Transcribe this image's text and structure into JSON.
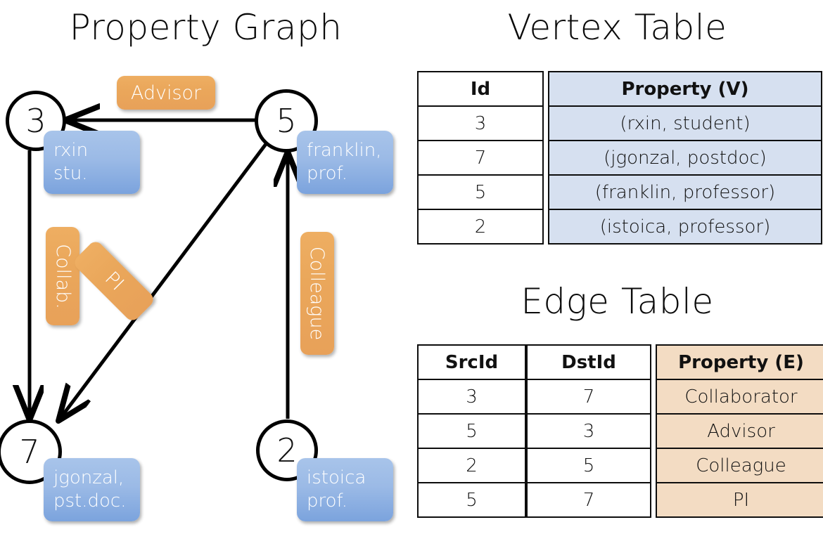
{
  "titles": {
    "property_graph": "Property Graph",
    "vertex_table": "Vertex Table",
    "edge_table": "Edge Table"
  },
  "graph": {
    "nodes": [
      {
        "id": "3",
        "property": "rxin\nstu."
      },
      {
        "id": "5",
        "property": "franklin,\nprof."
      },
      {
        "id": "7",
        "property": "jgonzal,\npst.doc."
      },
      {
        "id": "2",
        "property": "istoica\nprof."
      }
    ],
    "edge_labels": [
      {
        "name": "advisor",
        "text": "Advisor"
      },
      {
        "name": "collab",
        "text": "Collab."
      },
      {
        "name": "pi",
        "text": "PI"
      },
      {
        "name": "colleague",
        "text": "Colleague"
      }
    ],
    "colors": {
      "node_stroke": "#000000",
      "node_fill": "#ffffff",
      "property_box_fill": "#9bbae6",
      "edge_label_fill": "#eaa75b",
      "edge_stroke": "#000000"
    }
  },
  "vertex_table": {
    "headers": {
      "id": "Id",
      "property": "Property (V)"
    },
    "rows": [
      {
        "id": "3",
        "property": "(rxin, student)"
      },
      {
        "id": "7",
        "property": "(jgonzal, postdoc)"
      },
      {
        "id": "5",
        "property": "(franklin, professor)"
      },
      {
        "id": "2",
        "property": "(istoica, professor)"
      }
    ],
    "property_column_color": "#d6e0f0"
  },
  "edge_table": {
    "headers": {
      "src": "SrcId",
      "dst": "DstId",
      "property": "Property (E)"
    },
    "rows": [
      {
        "src": "3",
        "dst": "7",
        "property": "Collaborator"
      },
      {
        "src": "5",
        "dst": "3",
        "property": "Advisor"
      },
      {
        "src": "2",
        "dst": "5",
        "property": "Colleague"
      },
      {
        "src": "5",
        "dst": "7",
        "property": "PI"
      }
    ],
    "property_column_color": "#f3dcc3"
  },
  "chart_data": {
    "type": "diagram",
    "title": "Property Graph",
    "nodes": [
      "3",
      "7",
      "5",
      "2"
    ],
    "edges": [
      {
        "src": "3",
        "dst": "7",
        "label": "Collab."
      },
      {
        "src": "5",
        "dst": "3",
        "label": "Advisor"
      },
      {
        "src": "2",
        "dst": "5",
        "label": "Colleague"
      },
      {
        "src": "5",
        "dst": "7",
        "label": "PI"
      }
    ]
  }
}
